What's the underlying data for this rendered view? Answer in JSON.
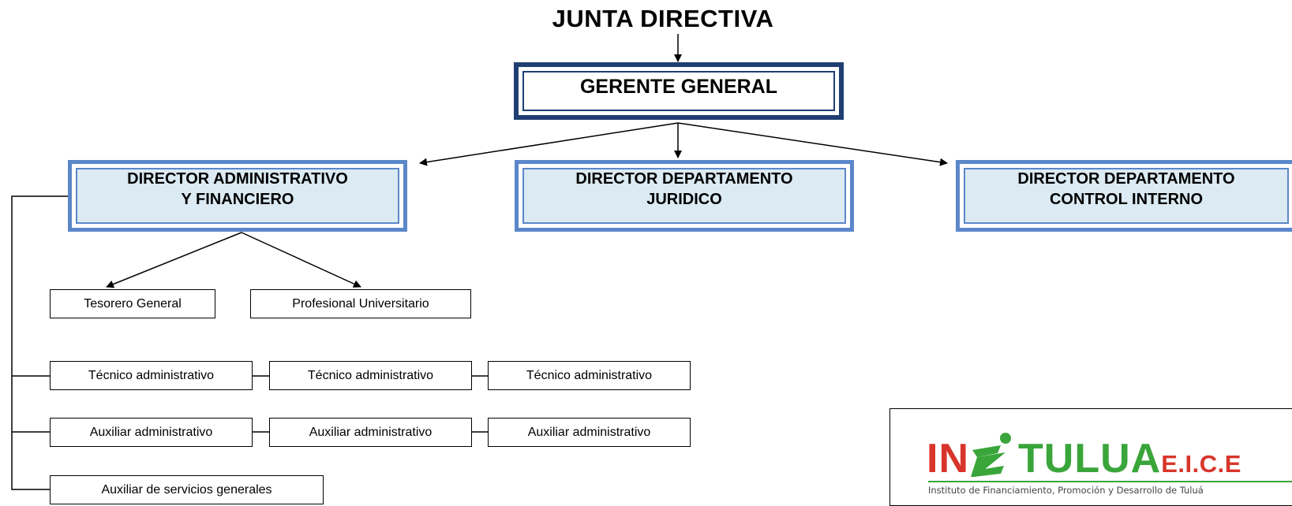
{
  "title": "JUNTA DIRECTIVA",
  "general_manager": "GERENTE GENERAL",
  "directors": [
    {
      "line1": "DIRECTOR ADMINISTRATIVO",
      "line2": "Y FINANCIERO"
    },
    {
      "line1": "DIRECTOR DEPARTAMENTO",
      "line2": "JURIDICO"
    },
    {
      "line1": "DIRECTOR DEPARTAMENTO",
      "line2": "CONTROL INTERNO"
    }
  ],
  "admin_subordinates": [
    "Tesorero General",
    "Profesional Universitario"
  ],
  "technicians": [
    "Técnico administrativo",
    "Técnico administrativo",
    "Técnico administrativo"
  ],
  "assistants": [
    "Auxiliar administrativo",
    "Auxiliar administrativo",
    "Auxiliar administrativo"
  ],
  "general_services": "Auxiliar de servicios generales",
  "logo": {
    "name_prefix": "IN",
    "name_suffix": "TULUA",
    "entity_type": "E.I.C.E",
    "subtitle": "Instituto de Financiamiento, Promoción y Desarrollo de Tuluá",
    "colors": {
      "green": "#3aa53a",
      "red": "#d8352b"
    }
  }
}
